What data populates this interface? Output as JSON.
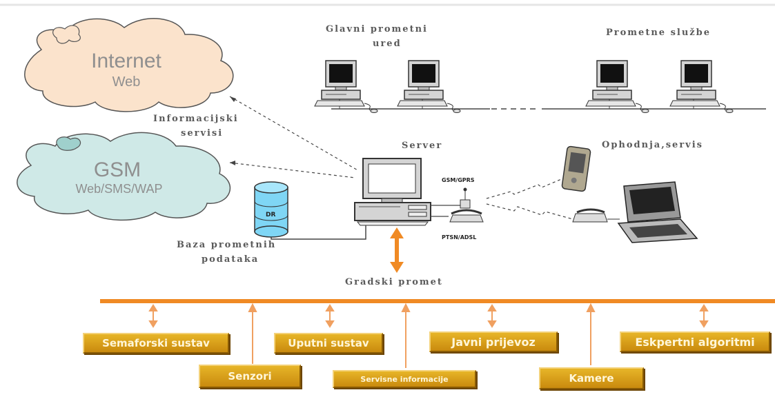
{
  "clouds": {
    "internet": {
      "title": "Internet",
      "subtitle": "Web"
    },
    "gsm": {
      "title": "GSM",
      "subtitle": "Web/SMS/WAP"
    }
  },
  "labels": {
    "info_services_line1": "Informacijski",
    "info_services_line2": "servisi",
    "main_office_line1": "Glavni prometni",
    "main_office_line2": "ured",
    "traffic_services": "Prometne službe",
    "server": "Server",
    "patrol": "Ophodnja,servis",
    "db_line1": "Baza prometnih",
    "db_line2": "podataka",
    "db_drum": "DR",
    "gsm_gprs": "GSM/GPRS",
    "pstn_adsl": "PTSN/ADSL",
    "city_traffic": "Gradski promet"
  },
  "subsystems": {
    "semafori": "Semaforski sustav",
    "senzori": "Senzori",
    "uputni": "Uputni sustav",
    "servisne": "Servisne informacije",
    "javni": "Javni prijevoz",
    "kamere": "Kamere",
    "eksperti": "Eskpertni algoritmi"
  },
  "colors": {
    "bus": "#f08a24",
    "box": "#d9a21b",
    "internet_cloud": "#fbe3cc",
    "gsm_cloud": "#cfe9e7",
    "database": "#7fd6f5"
  }
}
